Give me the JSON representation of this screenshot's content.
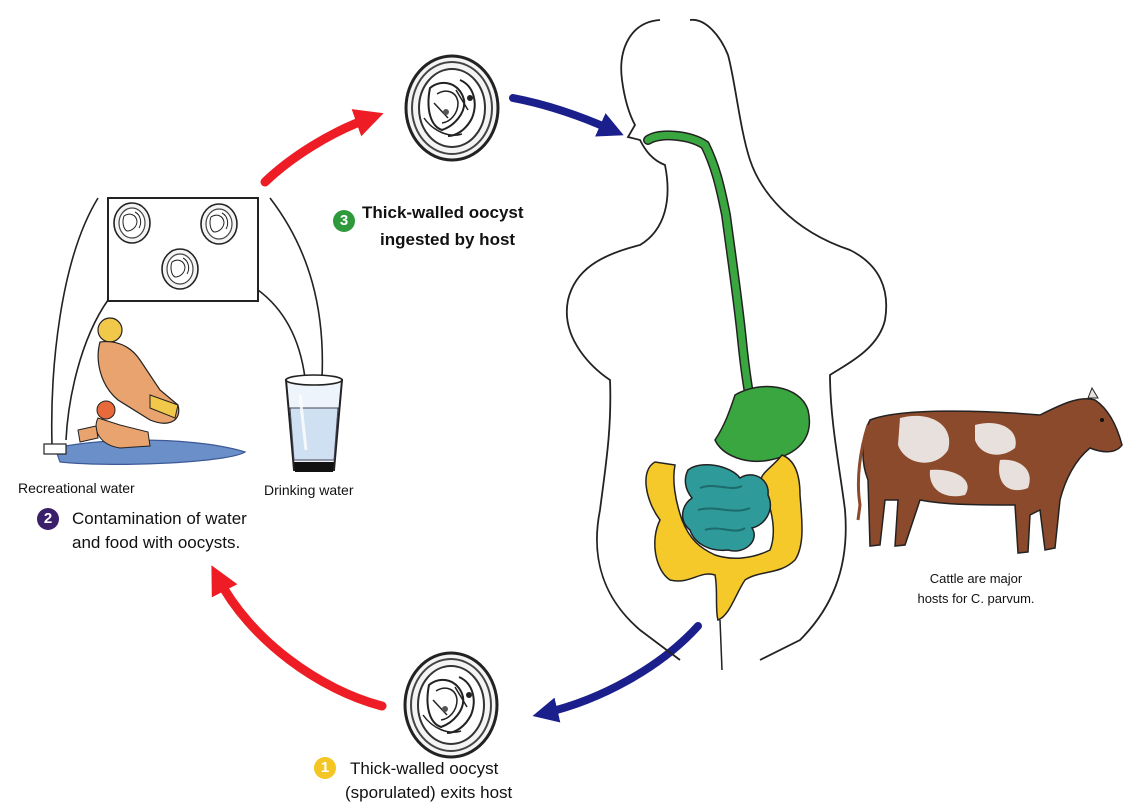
{
  "steps": [
    {
      "number": "1",
      "line1": "Thick-walled oocyst",
      "line2": "(sporulated) exits host",
      "color": "#f3c623"
    },
    {
      "number": "2",
      "line1": "Contamination of water",
      "line2": "and food with oocysts.",
      "color": "#3a1f6b"
    },
    {
      "number": "3",
      "line1": "Thick-walled oocyst",
      "line2": "ingested by host",
      "color": "#2e9a3c"
    }
  ],
  "labels": {
    "recreational_water": "Recreational water",
    "drinking_water": "Drinking water",
    "cattle_line1": "Cattle are major",
    "cattle_line2": "hosts for C. parvum."
  },
  "colors": {
    "red_arrow": "#ee1c25",
    "blue_arrow": "#1a1f8c",
    "esophagus_stomach": "#3aa640",
    "small_intestine": "#2e9a9a",
    "large_intestine": "#f6c92a",
    "cow_brown": "#8b4a2b",
    "water": "#6b8fc8"
  }
}
